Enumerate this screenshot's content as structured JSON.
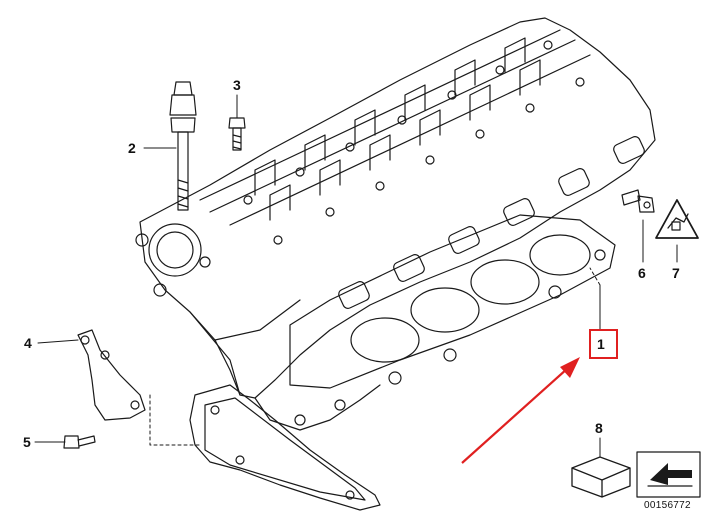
{
  "callouts": {
    "c1": "1",
    "c2": "2",
    "c3": "3",
    "c4": "4",
    "c5": "5",
    "c6": "6",
    "c7": "7",
    "c8": "8"
  },
  "reference_code": "00156772",
  "colors": {
    "line": "#1a1a1a",
    "highlight": "#e02020",
    "fill": "#ffffff"
  },
  "icons": [
    "cylinder-head-illustration",
    "head-gasket-illustration",
    "bracket-illustration",
    "sensor-illustration",
    "warning-triangle-icon",
    "parcel-box-icon",
    "arrow-symbol-icon"
  ]
}
